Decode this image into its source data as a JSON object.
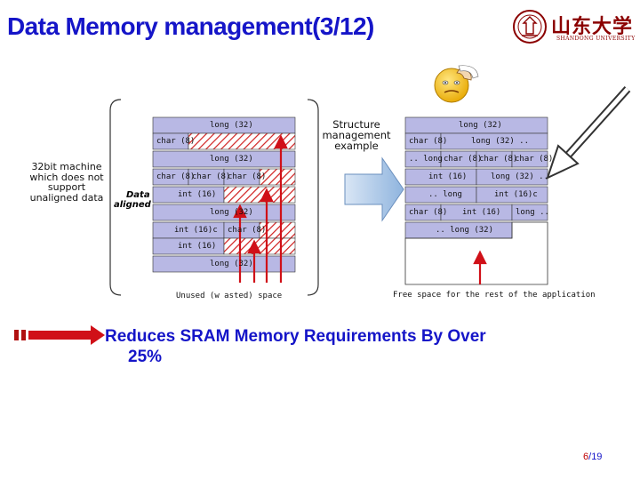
{
  "slide": {
    "title": "Data Memory management(3/12)",
    "headline_line1": "Reduces SRAM Memory Requirements By Over",
    "headline_line2": "25%",
    "page_current": "6",
    "page_sep": "/",
    "page_total": "19"
  },
  "logo": {
    "name_cn": "山东大学",
    "name_en": "SHANDONG UNIVERSITY"
  },
  "left_diagram": {
    "side_note": "32bit machine which does not support unaligned data",
    "data_label": "Data",
    "aligned_label": "aligned",
    "cells": {
      "r1": "long (32)",
      "r2": "char (8)",
      "r3": "long (32)",
      "r4a": "char (8)",
      "r4b": "char (8)",
      "r4c": "char (8)",
      "r5": "int (16)",
      "r6": "long (32)",
      "r7a": "int (16)c",
      "r7b": "char (8)",
      "r8": "int (16)",
      "r9": "long (32)"
    },
    "footer": "Unused (w asted) space"
  },
  "middle": {
    "note": "Structure management example"
  },
  "right_diagram": {
    "cells": {
      "r1": "long (32)",
      "r2a": "char (8)",
      "r2b": "long (32) ..",
      "r3a": ".. long",
      "r3b": "char (8)",
      "r3c": "char (8)",
      "r3d": "char (8)",
      "r4a": "int (16)",
      "r4b": "long (32) ..",
      "r5a": ".. long",
      "r5b": "int (16)c",
      "r6a": "char (8)",
      "r6b": "int (16)",
      "r6c": "long ..",
      "r7": ".. long (32)"
    },
    "footer": "Free space for the rest of the application"
  },
  "colors": {
    "title": "#1515c8",
    "arrow_red": "#d01018",
    "cell_fill": "#b8b8e4",
    "hatch": "#d02020"
  }
}
